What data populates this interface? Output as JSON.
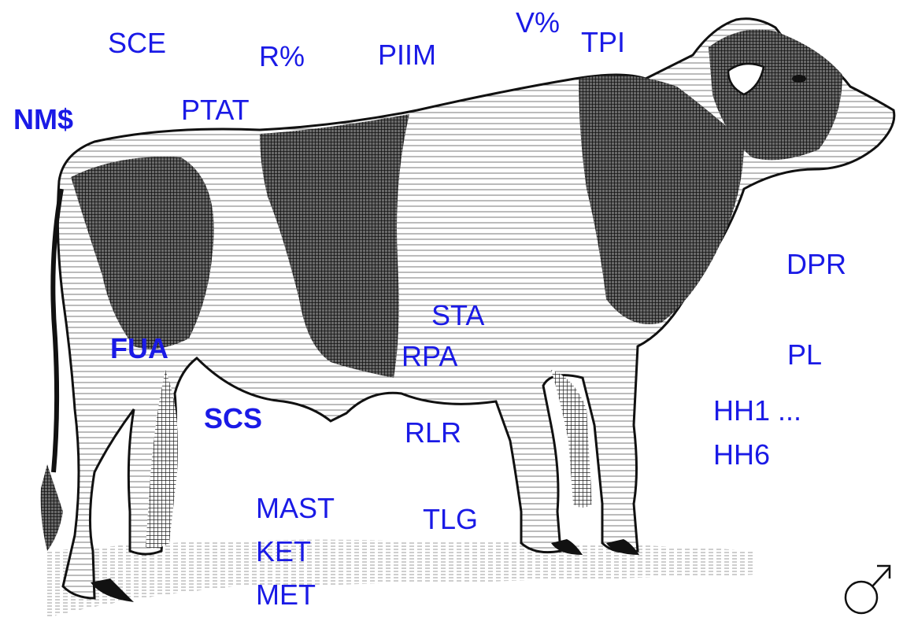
{
  "image": {
    "subject": "cow-engraving",
    "label_color": "#1a1ae6"
  },
  "labels": {
    "sce": "SCE",
    "r_pct": "R%",
    "piim": "PIIM",
    "v_pct": "V%",
    "tpi": "TPI",
    "nm": "NM$",
    "ptat": "PTAT",
    "dpr": "DPR",
    "sta": "STA",
    "rpa": "RPA",
    "fua": "FUA",
    "pl": "PL",
    "hh1": "HH1 ...",
    "hh6": "HH6",
    "scs": "SCS",
    "rlr": "RLR",
    "mast": "MAST",
    "tlg": "TLG",
    "ket": "KET",
    "met": "MET"
  },
  "symbol": {
    "name": "male-symbol-icon"
  }
}
